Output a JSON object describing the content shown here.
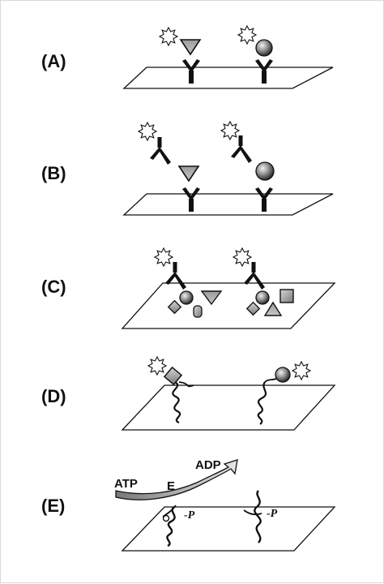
{
  "panels": [
    {
      "label": "(A)"
    },
    {
      "label": "(B)"
    },
    {
      "label": "(C)"
    },
    {
      "label": "(D)"
    },
    {
      "label": "(E)"
    }
  ],
  "reaction": {
    "substrate": "ATP",
    "enzyme": "E",
    "product": "ADP",
    "phospho_left": "-P",
    "phospho_right": "-P"
  },
  "colors": {
    "ink": "#111111",
    "gray_fill": "#8a8a8a",
    "light_gray": "#bdbdbd",
    "star_fill": "#ffffff"
  }
}
